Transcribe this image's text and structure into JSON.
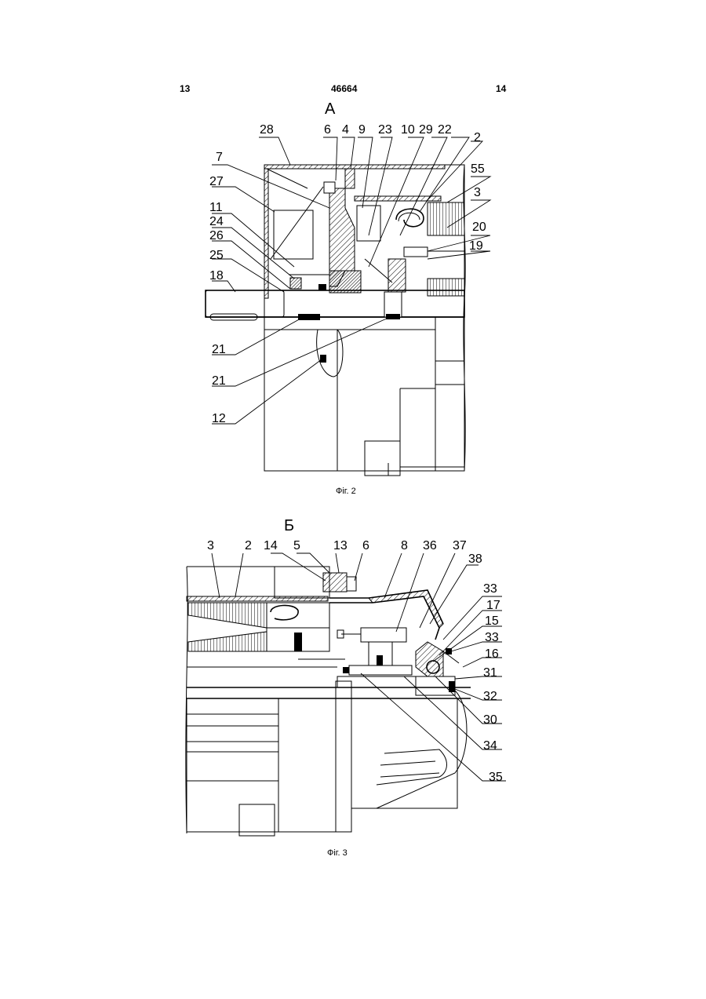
{
  "header": {
    "left": "13",
    "center": "46664",
    "right": "14"
  },
  "figure2": {
    "view_letter": "А",
    "caption": "Фіг. 2",
    "labels": [
      "28",
      "6",
      "4",
      "9",
      "23",
      "10",
      "29",
      "22",
      "2",
      "7",
      "55",
      "27",
      "3",
      "11",
      "20",
      "24",
      "19",
      "26",
      "25",
      "18",
      "21",
      "21",
      "12"
    ]
  },
  "figure3": {
    "view_letter": "Б",
    "caption": "Фіг. 3",
    "labels": [
      "3",
      "2",
      "14",
      "5",
      "13",
      "6",
      "8",
      "36",
      "37",
      "38",
      "33",
      "17",
      "15",
      "33",
      "16",
      "31",
      "32",
      "30",
      "34",
      "35"
    ]
  },
  "colors": {
    "ink": "#000000",
    "paper": "#ffffff"
  }
}
